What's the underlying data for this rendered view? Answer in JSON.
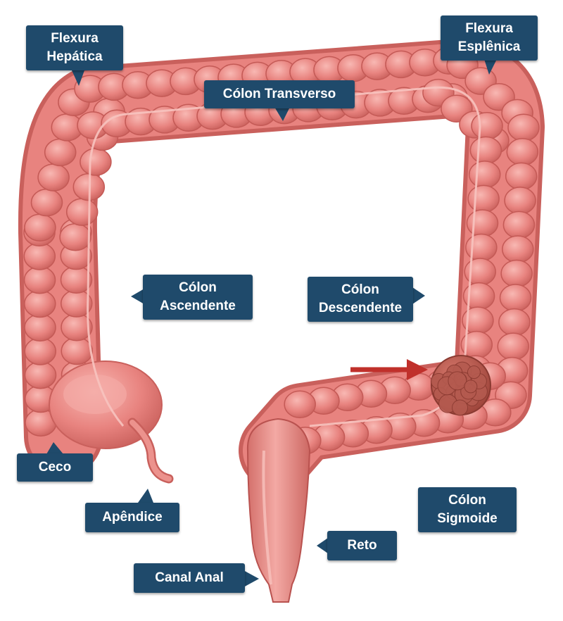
{
  "labels": {
    "hepatic_flexure": [
      "Flexura",
      "Hepática"
    ],
    "splenic_flexure": [
      "Flexura",
      "Esplênica"
    ],
    "transverse_colon": [
      "Cólon Transverso"
    ],
    "ascending_colon": [
      "Cólon",
      "Ascendente"
    ],
    "descending_colon": [
      "Cólon",
      "Descendente"
    ],
    "cecum": [
      "Ceco"
    ],
    "appendix": [
      "Apêndice"
    ],
    "sigmoid_colon": [
      "Cólon",
      "Sigmoide"
    ],
    "rectum": [
      "Reto"
    ],
    "anal_canal": [
      "Canal Anal"
    ]
  },
  "colors": {
    "label_bg": "#1f4a6b",
    "label_text": "#ffffff",
    "colon_fill": "#e8837f",
    "colon_dark": "#b9524f",
    "colon_light": "#f6b3ae",
    "tumor": "#b8544a",
    "arrow": "#c0302b"
  }
}
